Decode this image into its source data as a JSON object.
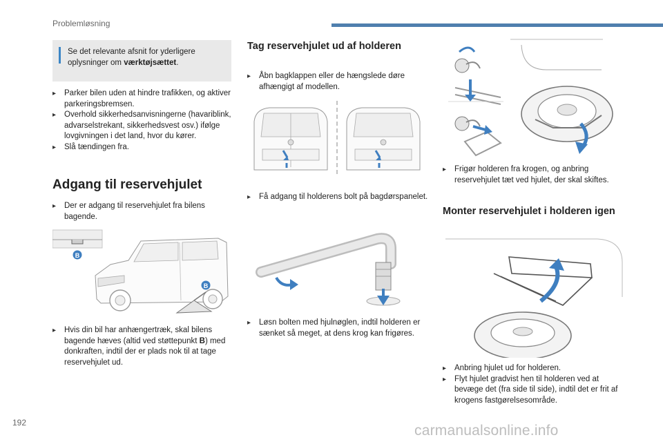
{
  "header": {
    "section": "Problemløsning"
  },
  "page_number": "192",
  "watermark": "carmanualsonline.info",
  "note": {
    "text_before": "Se det relevante afsnit for yderligere oplysninger om ",
    "bold": "værktøjsættet",
    "text_after": "."
  },
  "col1": {
    "bullets": [
      "Parker bilen uden at hindre trafikken, og aktiver parkeringsbremsen.",
      "Overhold sikkerhedsanvisningerne (havariblink, advarselstrekant, sikkerhedsvest osv.) ifølge lovgivningen i det land, hvor du kører.",
      "Slå tændingen fra."
    ],
    "heading": "Adgang til reservehjulet",
    "access_bullet": "Der er adgang til reservehjulet fra bilens bagende.",
    "label_b": "B",
    "trailer": {
      "before": "Hvis din bil har anhængertræk, skal bilens bagende hæves (altid ved støttepunkt ",
      "bold": "B",
      "after": ") med donkraften, indtil der er plads nok til at tage reservehjulet ud."
    }
  },
  "col2": {
    "heading": "Tag reservehjulet ud af holderen",
    "bullet_open": "Åbn bagklappen eller de hængslede døre afhængigt af modellen.",
    "bullet_access": "Få adgang til holderens bolt på bagdørspanelet.",
    "bullet_loosen": "Løsn bolten med hjulnøglen, indtil holderen er sænket så meget, at dens krog kan frigøres."
  },
  "col3": {
    "bullet_release": "Frigør holderen fra krogen, og anbring reservehjulet tæt ved hjulet, der skal skiftes.",
    "heading": "Monter reservehjulet i holderen igen",
    "bullets": [
      "Anbring hjulet ud for holderen.",
      "Flyt hjulet gradvist hen til holderen ved at bevæge det (fra side til side), indtil det er frit af krogens fastgørelsesområde."
    ]
  },
  "colors": {
    "accent": "#4f7fae",
    "info_bar": "#3d86c6",
    "arrow": "#3f7fc0",
    "note_bg": "#e9e9e9"
  }
}
